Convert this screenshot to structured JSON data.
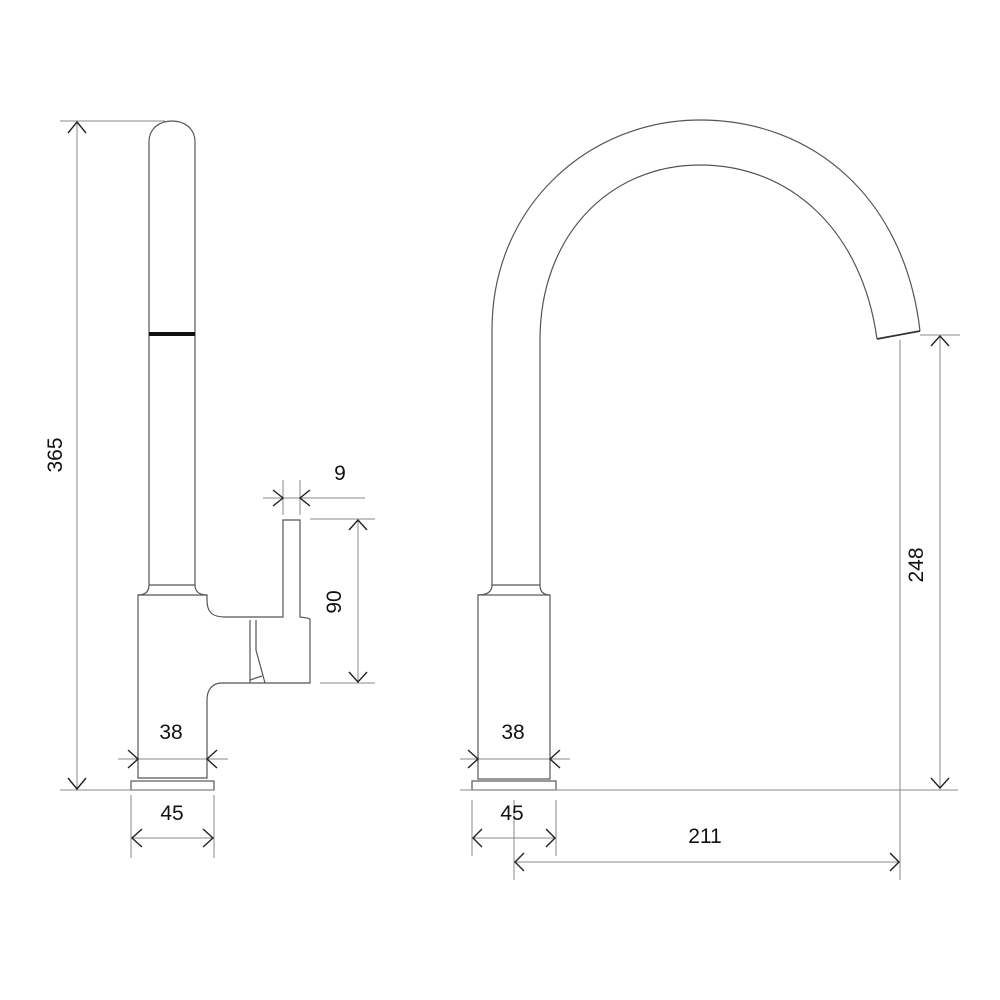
{
  "drawing": {
    "side_view": {
      "total_height": "365",
      "handle_thickness": "9",
      "handle_height": "90",
      "body_diameter": "38",
      "base_diameter": "45"
    },
    "front_view": {
      "spout_height": "248",
      "spout_reach": "211",
      "body_diameter": "38",
      "base_diameter": "45"
    },
    "colors": {
      "line": "#555555",
      "dimension": "#888888",
      "text": "#111111"
    }
  }
}
